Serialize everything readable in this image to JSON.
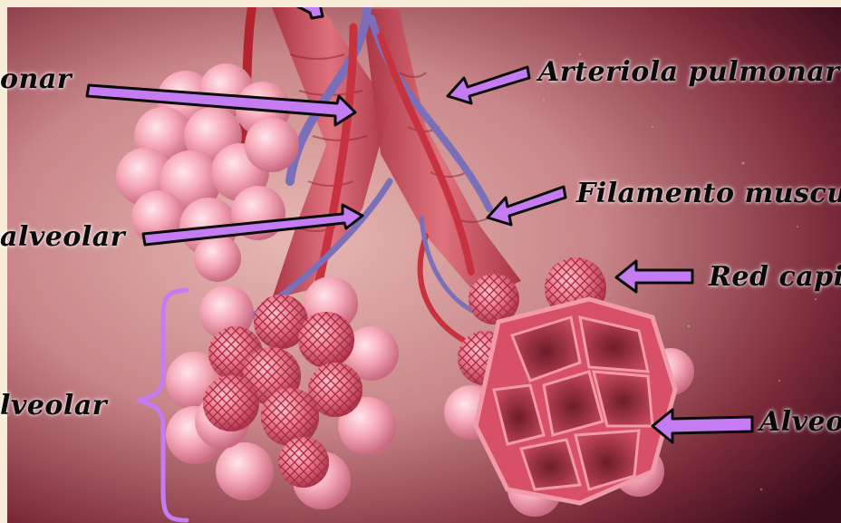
{
  "labels": {
    "top_left": "onar",
    "arteriole": "Arteriola pulmonar",
    "muscle": "Filamento muscul",
    "left_middle": "alveolar",
    "capillary": "Red capi",
    "left_bottom": "lveolar",
    "alveolus": "Alveo"
  },
  "colors": {
    "arrow_fill": "#c57cf2",
    "arrow_outline": "#0a0a0a",
    "brace": "#c57cf2",
    "frame": "#f6ecd8",
    "background_dark": "#3a0d1c",
    "background_light": "#e6b9b4",
    "alveolus_pink": "#f6a8b8",
    "artery_red": "#c8323f",
    "vein_blue": "#7a6fb8"
  }
}
